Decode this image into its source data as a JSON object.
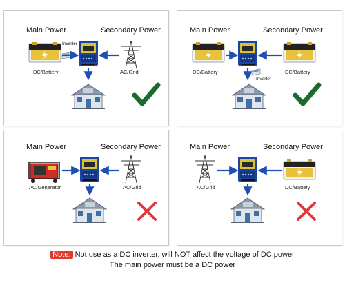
{
  "colors": {
    "arrow": "#1f4fb0",
    "check": "#1b6b2c",
    "cross": "#e0393c",
    "note_red": "#e03a2c"
  },
  "panels": [
    {
      "main_title": "Main Power",
      "secondary_title": "Secondary Power",
      "left_label": "DC/Battery",
      "right_label": "AC/Grid",
      "inverter_label": "Inverter",
      "left_icon": "battery-icon",
      "right_icon": "power-tower-icon",
      "result_icon": "check-icon",
      "result": "allowed"
    },
    {
      "main_title": "Main Power",
      "secondary_title": "Secondary Power",
      "left_label": "DC/Battery",
      "right_label": "DC/Battery",
      "inverter_label": "Inverter",
      "left_icon": "battery-icon",
      "right_icon": "battery-icon",
      "result_icon": "check-icon",
      "result": "allowed"
    },
    {
      "main_title": "Main Power",
      "secondary_title": "Secondary Power",
      "left_label": "AC/Generator",
      "right_label": "AC/Grid",
      "left_icon": "generator-icon",
      "right_icon": "power-tower-icon",
      "result_icon": "cross-icon",
      "result": "not allowed"
    },
    {
      "main_title": "Main Power",
      "secondary_title": "Secondary Power",
      "left_label": "AC/Grid",
      "right_label": "DC/Battery",
      "left_icon": "power-tower-icon",
      "right_icon": "battery-icon",
      "result_icon": "cross-icon",
      "result": "not allowed"
    }
  ],
  "note": {
    "badge": "Note:",
    "line1": "Not use as a DC inverter,   will NOT affect the voltage of DC power",
    "line2": "The main power must be a DC power"
  }
}
